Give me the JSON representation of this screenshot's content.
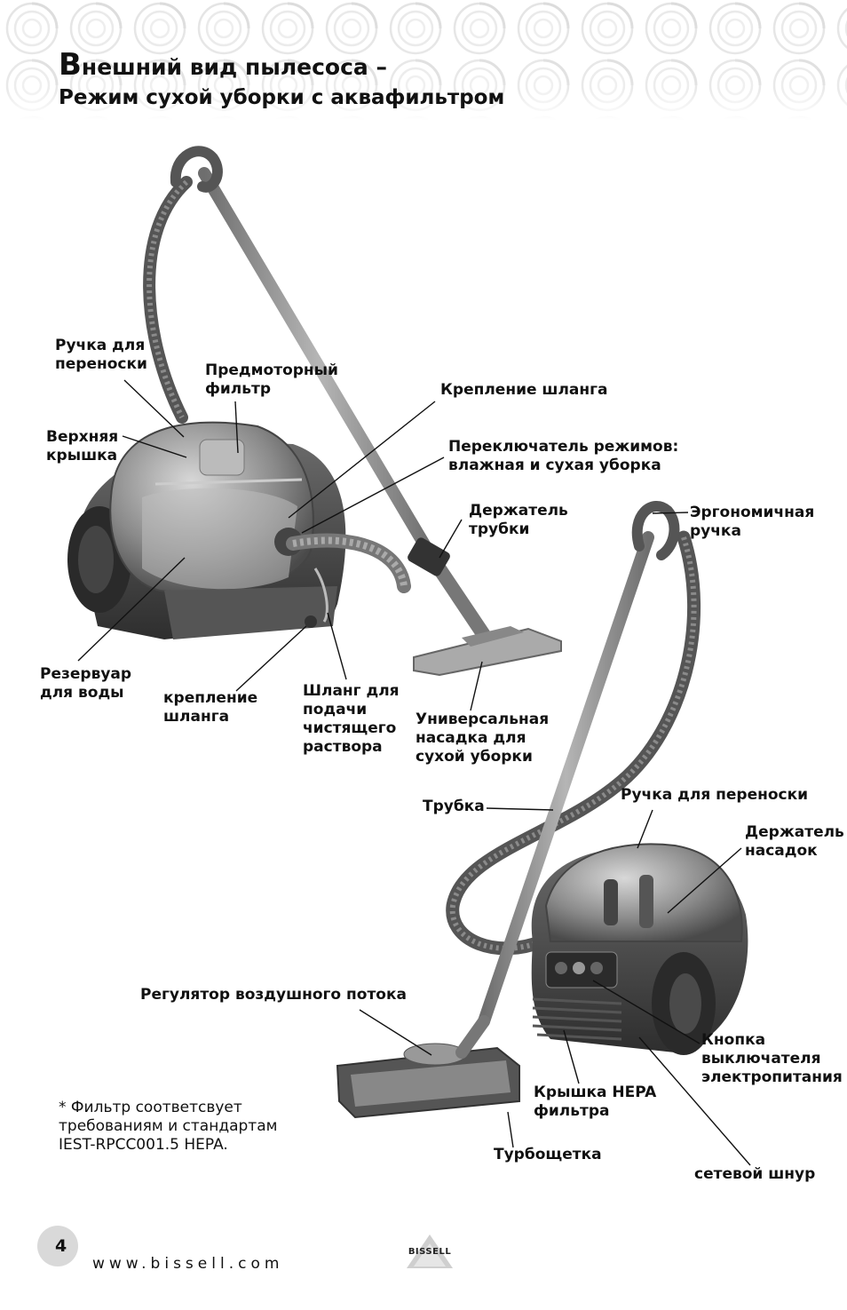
{
  "title": {
    "line1_cap": "В",
    "line1_rest": "нешний вид пылесоса –",
    "line2": "Режим сухой уборки с аквафильтром"
  },
  "labels": {
    "carry_handle_top": "Ручка для\nпереноски",
    "premotor_filter": "Предмоторный\nфильтр",
    "hose_mount_top": "Крепление шланга",
    "top_cover": "Верхняя\nкрышка",
    "mode_switch": "Переключатель режимов:\nвлажная и сухая уборка",
    "tube_holder": "Держатель\nтрубки",
    "ergonomic_handle": "Эргономичная\nручка",
    "water_tank": "Резервуар\nдля воды",
    "hose_mount_bottom": "крепление\nшланга",
    "solution_hose": "Шланг для\nподачи\nчистящего\nраствора",
    "universal_nozzle": "Универсальная\nнасадка для\nсухой уборки",
    "wand": "Трубка",
    "carry_handle_right": "Ручка для переноски",
    "attachment_holder": "Держатель\nнасадок",
    "airflow_regulator": "Регулятор воздушного потока",
    "power_button": "Кнопка\nвыключателя\nэлектропитания",
    "hepa_cover": "Крышка HEPA\nфильтра",
    "turbo_brush": "Турбощетка",
    "power_cord": "сетевой шнур"
  },
  "footnote": "* Фильтр соответсвует\n   требованиям и стандартам\n   IEST-RPCC001.5 HEPA.",
  "footer": {
    "page_number": "4",
    "url": "www.bissell.com",
    "brand": "BISSELL"
  },
  "colors": {
    "text": "#111111",
    "body_dark": "#3a3a3a",
    "body_mid": "#7a7a7a",
    "tube": "#8c8c8c",
    "swirl": "#e6e6e6"
  }
}
